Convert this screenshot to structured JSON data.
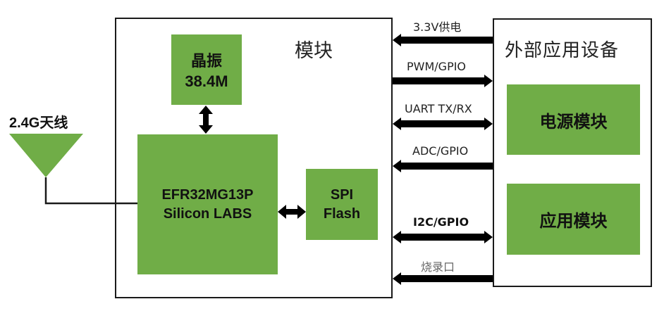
{
  "antenna": {
    "label": "2.4G天线"
  },
  "module": {
    "title": "模块",
    "crystal": {
      "line1": "晶振",
      "line2": "38.4M"
    },
    "mcu": {
      "line1": "EFR32MG13P",
      "line2": "Silicon LABS"
    },
    "flash": {
      "line1": "SPI",
      "line2": "Flash"
    }
  },
  "external": {
    "title": "外部应用设备",
    "power_module": "电源模块",
    "app_module": "应用模块"
  },
  "interfaces": [
    {
      "label": "3.3V供电",
      "direction": "to-module"
    },
    {
      "label": "PWM/GPIO",
      "direction": "to-external"
    },
    {
      "label": "UART TX/RX",
      "direction": "bidirectional"
    },
    {
      "label": "ADC/GPIO",
      "direction": "to-module"
    },
    {
      "label": "I2C/GPIO",
      "direction": "bidirectional"
    },
    {
      "label": "烧录口",
      "direction": "to-module"
    }
  ],
  "colors": {
    "block_fill": "#70AD47",
    "line": "#000000"
  }
}
